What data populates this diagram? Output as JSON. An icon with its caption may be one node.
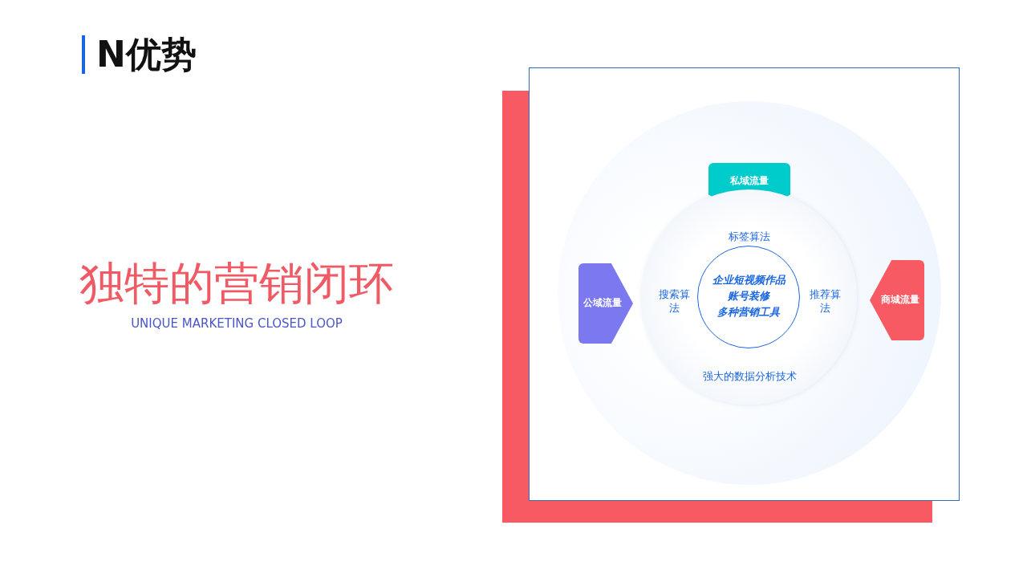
{
  "diagram": {
    "title": "独特的营销闭环",
    "nodes": [
      {
        "text": [
          "私域流量"
        ]
      },
      {
        "text": [
          "公域流量"
        ]
      },
      {
        "text": [
          "商城流量"
        ]
      },
      {
        "text": [
          "标签算法",
          "搜索算法",
          "推荐算法",
          "强大的数据分析技术"
        ]
      },
      {
        "text": [
          "企业短视频作品",
          "账号装修",
          "多种营销工具"
        ],
        "in": 3
      }
    ],
    "labels": [
      "N优势",
      "UNIQUE MARKETING CLOSED LOOP"
    ]
  }
}
